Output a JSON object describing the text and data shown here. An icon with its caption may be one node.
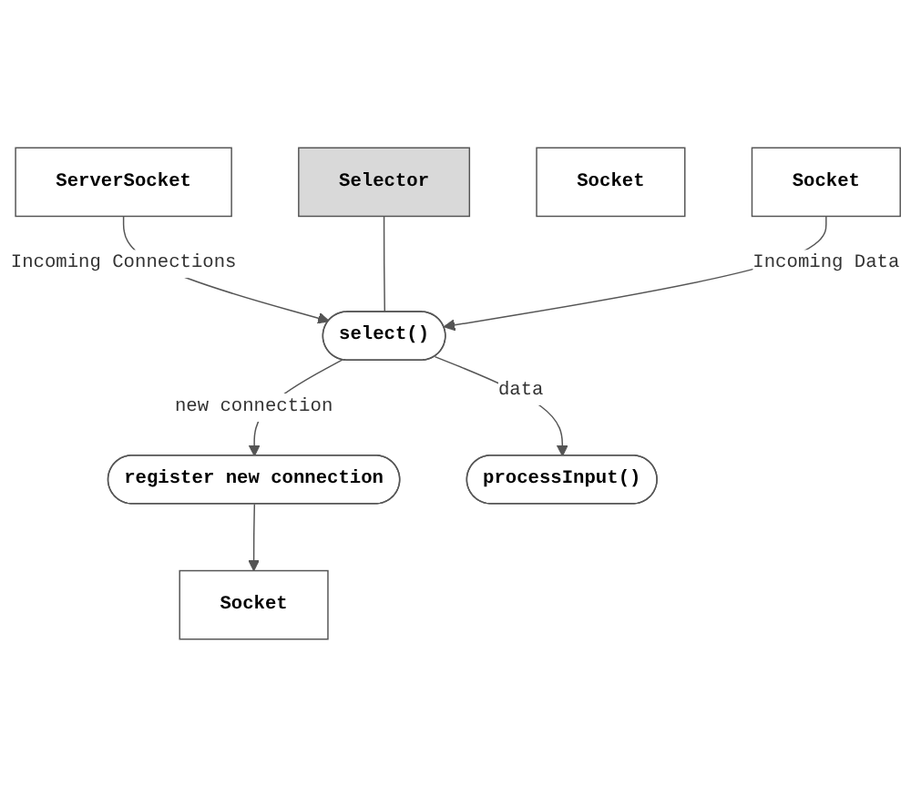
{
  "diagram": {
    "nodes": [
      {
        "text": [
          "ServerSocket"
        ]
      },
      {
        "text": [
          "Selector"
        ]
      },
      {
        "text": [
          "Socket"
        ]
      },
      {
        "text": [
          "Socket"
        ]
      },
      {
        "text": [
          "Socket"
        ]
      },
      {
        "text": [
          "select()"
        ]
      },
      {
        "text": [
          "register new connection"
        ]
      },
      {
        "text": [
          "processInput()"
        ]
      }
    ],
    "edges": [
      {
        "from": 0,
        "to": 5,
        "arrow": "to",
        "label": "Incoming Connections"
      },
      {
        "from": 1,
        "to": 5,
        "arrow": "none"
      },
      {
        "from": 4,
        "to": 5,
        "arrow": "to",
        "label": "Incoming Data"
      },
      {
        "from": 5,
        "to": 6,
        "arrow": "to",
        "label": "new connection"
      },
      {
        "from": 5,
        "to": 7,
        "arrow": "to",
        "label": "data"
      },
      {
        "from": 6,
        "to": 3,
        "arrow": "to"
      }
    ]
  }
}
